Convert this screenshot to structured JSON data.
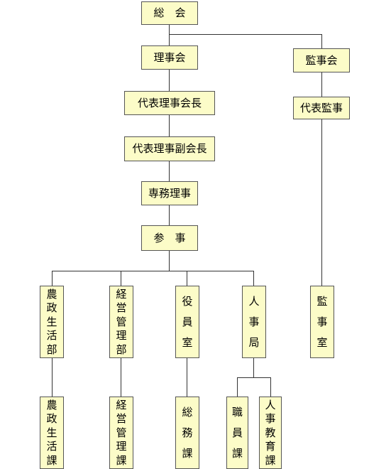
{
  "nodes": {
    "soukai": "総　会",
    "rijikai": "理事会",
    "kanjikai": "監事会",
    "daihyo_rijikaicho": "代表理事会長",
    "daihyo_kanji": "代表監事",
    "daihyo_fuku_kaicho": "代表理事副会長",
    "senmu_riji": "専務理事",
    "sanji": "参　事",
    "nousei_seikatsu_bu": "農政生活部",
    "keiei_kanri_bu": "経営管理部",
    "yakuin_shitsu": "役員室",
    "jinji_kyoku": "人事局",
    "kansa_shitsu": "監事室",
    "nousei_seikatsu_ka": "農政生活課",
    "keiei_kanri_ka": "経営管理課",
    "soumu_ka": "総務課",
    "shokuin_ka": "職員課",
    "jinji_kyouiku_ka": "人事教育課"
  }
}
